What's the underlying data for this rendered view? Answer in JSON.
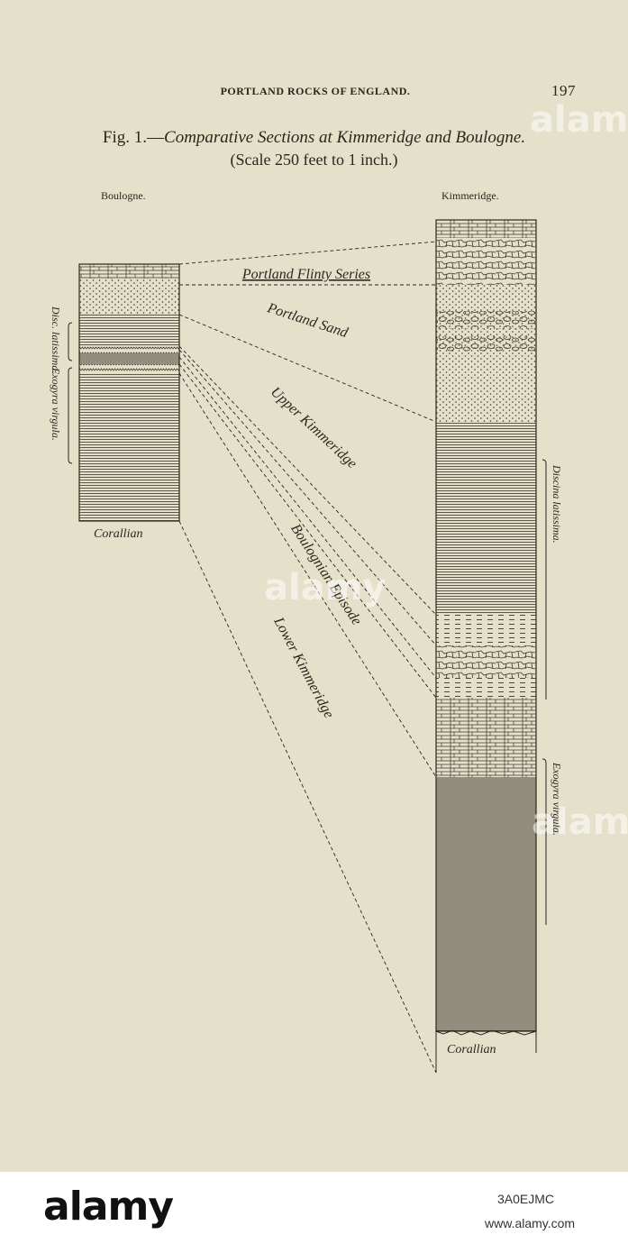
{
  "page": {
    "running_head": "PORTLAND ROCKS OF ENGLAND.",
    "page_number": "197",
    "figure_prefix": "Fig. 1.—",
    "figure_caption": "Comparative Sections at Kimmeridge and Boulogne.",
    "scale_note": "(Scale 250 feet to 1 inch.)"
  },
  "columns": {
    "boulogne": {
      "heading": "Boulogne.",
      "base_label": "Corallian"
    },
    "kimmeridge": {
      "heading": "Kimmeridge.",
      "base_label": "Corallian"
    }
  },
  "correlation_labels": {
    "portland_flinty": "Portland Flinty Series",
    "portland_sand": "Portland Sand",
    "upper_kimmeridge": "Upper Kimmeridge",
    "boulognian_episode": "Boulognian Episode",
    "lower_kimmeridge": "Lower Kimmeridge"
  },
  "fossil_ranges": {
    "boulogne_disc": "Disc. latissima.",
    "boulogne_exogyra": "Exogyra virgula.",
    "kimmeridge_discina": "Discina latissima.",
    "kimmeridge_exogyra": "Exogyra virgula."
  },
  "watermark": {
    "text": "alamy",
    "footer_id": "3A0EJMC",
    "footer_url": "www.alamy.com"
  }
}
